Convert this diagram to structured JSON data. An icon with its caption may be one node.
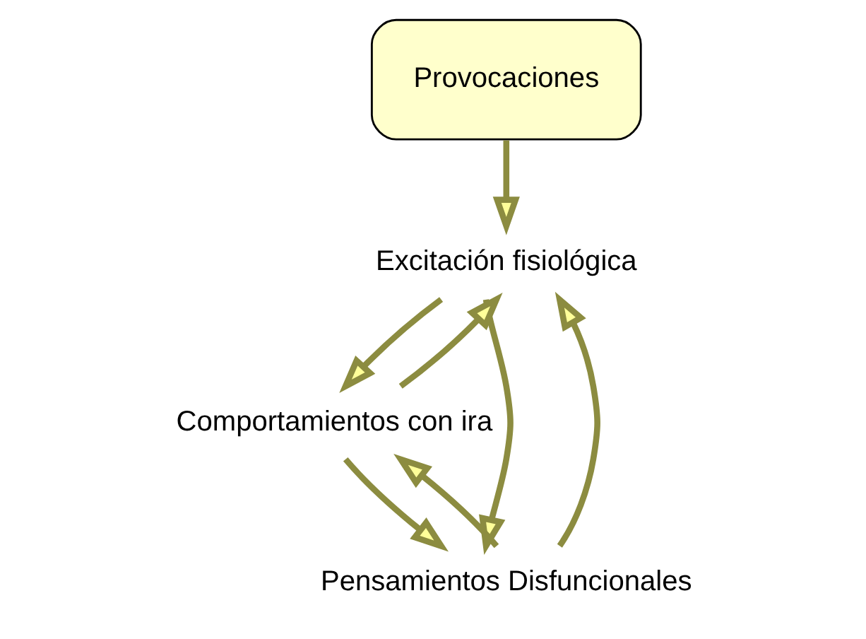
{
  "diagram": {
    "nodes": [
      {
        "text": [
          "Provocaciones"
        ]
      },
      {
        "text": [
          "Excitación fisiológica"
        ]
      },
      {
        "text": [
          "Comportamientos con ira"
        ]
      },
      {
        "text": [
          "Pensamientos Disfuncionales"
        ]
      }
    ],
    "edges": [
      {
        "from": 0,
        "to": 1,
        "arrow": "to"
      },
      {
        "from": 1,
        "to": 3,
        "arrow": "to"
      },
      {
        "from": 3,
        "to": 1,
        "arrow": "to"
      },
      {
        "from": 2,
        "to": 1,
        "arrow": "to"
      },
      {
        "from": 1,
        "to": 2,
        "arrow": "to"
      },
      {
        "from": 2,
        "to": 3,
        "arrow": "to"
      },
      {
        "from": 3,
        "to": 2,
        "arrow": "to"
      }
    ]
  }
}
